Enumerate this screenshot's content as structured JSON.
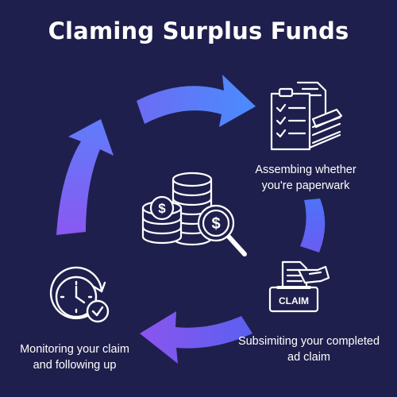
{
  "title": "Claming Surplus Funds",
  "steps": [
    {
      "line1": "Assembing whether",
      "line2": "you're paperwark"
    },
    {
      "stamp": "CLAIM"
    },
    {
      "line1": "Subsimiting your completed",
      "line2": "ad claim"
    },
    {
      "line1": "Monitoring your claim",
      "line2": "and following up"
    }
  ],
  "center_icon": {
    "coin_symbol": "$",
    "magnifier_symbol": "$"
  },
  "colors": {
    "background": "#1f1f4d",
    "arrow_top": "#5a86ff",
    "arrow_right": "#5b5ff4",
    "arrow_bottom": "#7a57ee",
    "arrow_left": "#8a5cf6",
    "icon_stroke": "#ffffff"
  }
}
